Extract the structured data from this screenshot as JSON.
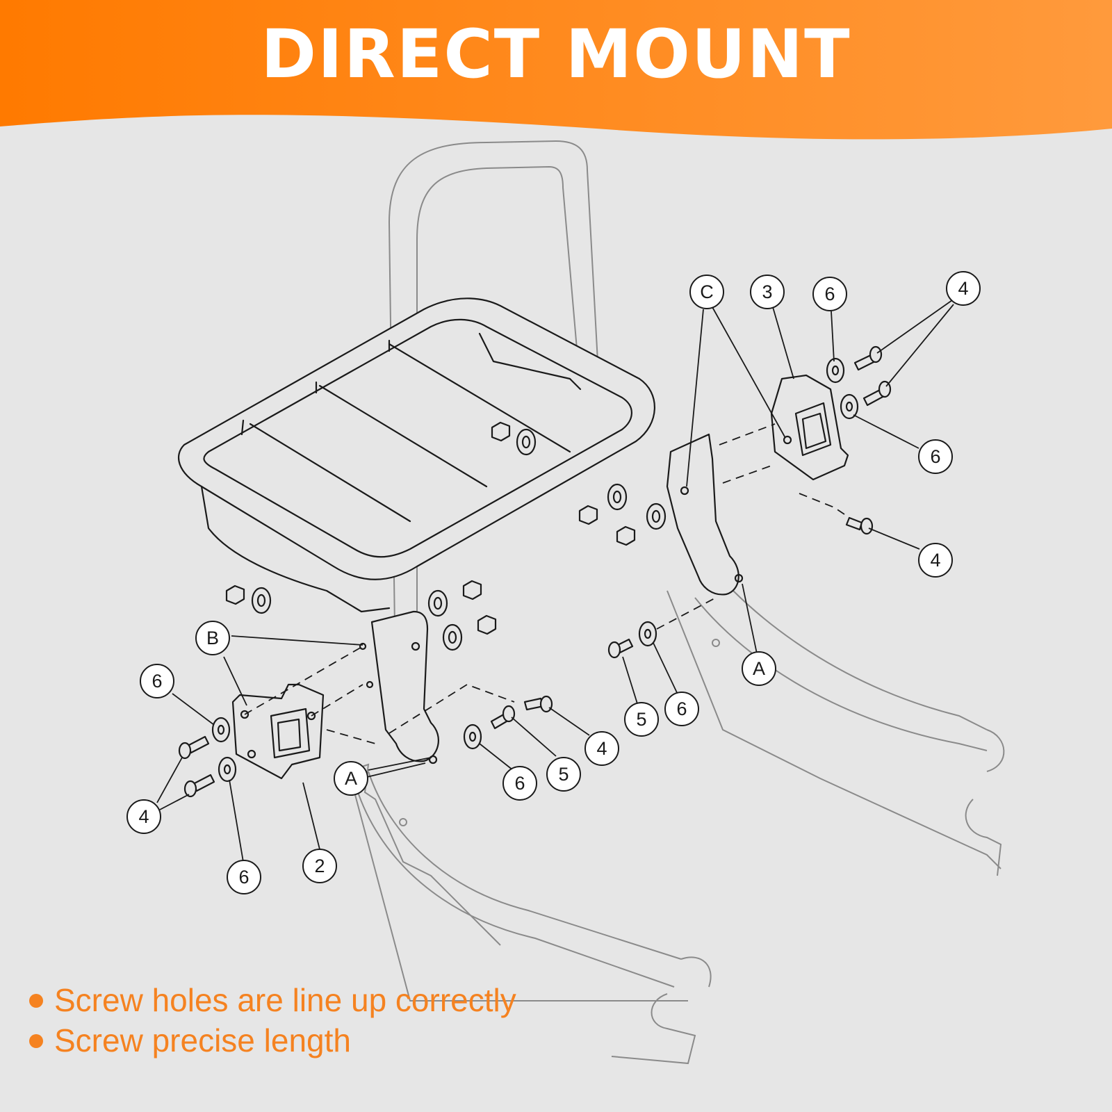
{
  "banner": {
    "title": "DIRECT MOUNT",
    "color_start": "#ff7a00",
    "color_end": "#ff9a3c"
  },
  "diagram": {
    "callouts": [
      {
        "id": "c-1",
        "label": "C"
      },
      {
        "id": "c-2",
        "label": "3"
      },
      {
        "id": "c-3",
        "label": "6"
      },
      {
        "id": "c-4",
        "label": "4"
      },
      {
        "id": "c-5",
        "label": "6"
      },
      {
        "id": "c-6",
        "label": "4"
      },
      {
        "id": "c-7",
        "label": "B"
      },
      {
        "id": "c-8",
        "label": "6"
      },
      {
        "id": "c-9",
        "label": "4"
      },
      {
        "id": "c-10",
        "label": "6"
      },
      {
        "id": "c-11",
        "label": "2"
      },
      {
        "id": "c-12",
        "label": "A"
      },
      {
        "id": "c-13",
        "label": "6"
      },
      {
        "id": "c-14",
        "label": "5"
      },
      {
        "id": "c-15",
        "label": "4"
      },
      {
        "id": "c-16",
        "label": "5"
      },
      {
        "id": "c-17",
        "label": "6"
      },
      {
        "id": "c-18",
        "label": "A"
      }
    ]
  },
  "features": {
    "accent_color": "#f58220",
    "items": [
      "Screw holes are line up correctly",
      "Screw precise length"
    ]
  }
}
